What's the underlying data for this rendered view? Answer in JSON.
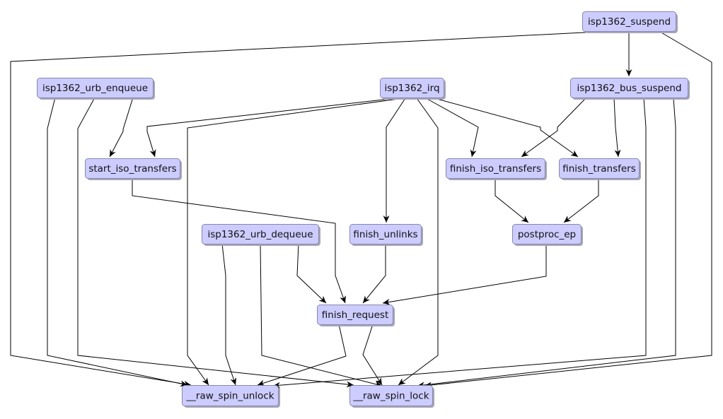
{
  "diagram": {
    "type": "call-graph",
    "nodes": [
      {
        "id": "isp1362_suspend",
        "label": "isp1362_suspend"
      },
      {
        "id": "isp1362_urb_enqueue",
        "label": "isp1362_urb_enqueue"
      },
      {
        "id": "isp1362_irq",
        "label": "isp1362_irq"
      },
      {
        "id": "isp1362_bus_suspend",
        "label": "isp1362_bus_suspend"
      },
      {
        "id": "start_iso_transfers",
        "label": "start_iso_transfers"
      },
      {
        "id": "finish_iso_transfers",
        "label": "finish_iso_transfers"
      },
      {
        "id": "finish_transfers",
        "label": "finish_transfers"
      },
      {
        "id": "isp1362_urb_dequeue",
        "label": "isp1362_urb_dequeue"
      },
      {
        "id": "finish_unlinks",
        "label": "finish_unlinks"
      },
      {
        "id": "postproc_ep",
        "label": "postproc_ep"
      },
      {
        "id": "finish_request",
        "label": "finish_request"
      },
      {
        "id": "raw_spin_unlock",
        "label": "__raw_spin_unlock"
      },
      {
        "id": "raw_spin_lock",
        "label": "__raw_spin_lock"
      }
    ],
    "edges": [
      {
        "from": "isp1362_suspend",
        "to": "isp1362_bus_suspend"
      },
      {
        "from": "isp1362_suspend",
        "to": "raw_spin_unlock"
      },
      {
        "from": "isp1362_suspend",
        "to": "raw_spin_lock"
      },
      {
        "from": "isp1362_urb_enqueue",
        "to": "start_iso_transfers"
      },
      {
        "from": "isp1362_urb_enqueue",
        "to": "raw_spin_unlock"
      },
      {
        "from": "isp1362_urb_enqueue",
        "to": "raw_spin_lock"
      },
      {
        "from": "isp1362_irq",
        "to": "start_iso_transfers"
      },
      {
        "from": "isp1362_irq",
        "to": "raw_spin_unlock"
      },
      {
        "from": "isp1362_irq",
        "to": "finish_unlinks"
      },
      {
        "from": "isp1362_irq",
        "to": "raw_spin_lock"
      },
      {
        "from": "isp1362_irq",
        "to": "finish_iso_transfers"
      },
      {
        "from": "isp1362_irq",
        "to": "finish_transfers"
      },
      {
        "from": "isp1362_bus_suspend",
        "to": "finish_iso_transfers"
      },
      {
        "from": "isp1362_bus_suspend",
        "to": "finish_transfers"
      },
      {
        "from": "isp1362_bus_suspend",
        "to": "raw_spin_unlock"
      },
      {
        "from": "isp1362_bus_suspend",
        "to": "raw_spin_lock"
      },
      {
        "from": "start_iso_transfers",
        "to": "finish_request"
      },
      {
        "from": "finish_iso_transfers",
        "to": "postproc_ep"
      },
      {
        "from": "finish_transfers",
        "to": "postproc_ep"
      },
      {
        "from": "postproc_ep",
        "to": "finish_request"
      },
      {
        "from": "isp1362_urb_dequeue",
        "to": "raw_spin_unlock"
      },
      {
        "from": "isp1362_urb_dequeue",
        "to": "raw_spin_lock"
      },
      {
        "from": "isp1362_urb_dequeue",
        "to": "finish_request"
      },
      {
        "from": "finish_unlinks",
        "to": "finish_request"
      },
      {
        "from": "finish_request",
        "to": "raw_spin_unlock"
      },
      {
        "from": "finish_request",
        "to": "raw_spin_lock"
      }
    ]
  }
}
